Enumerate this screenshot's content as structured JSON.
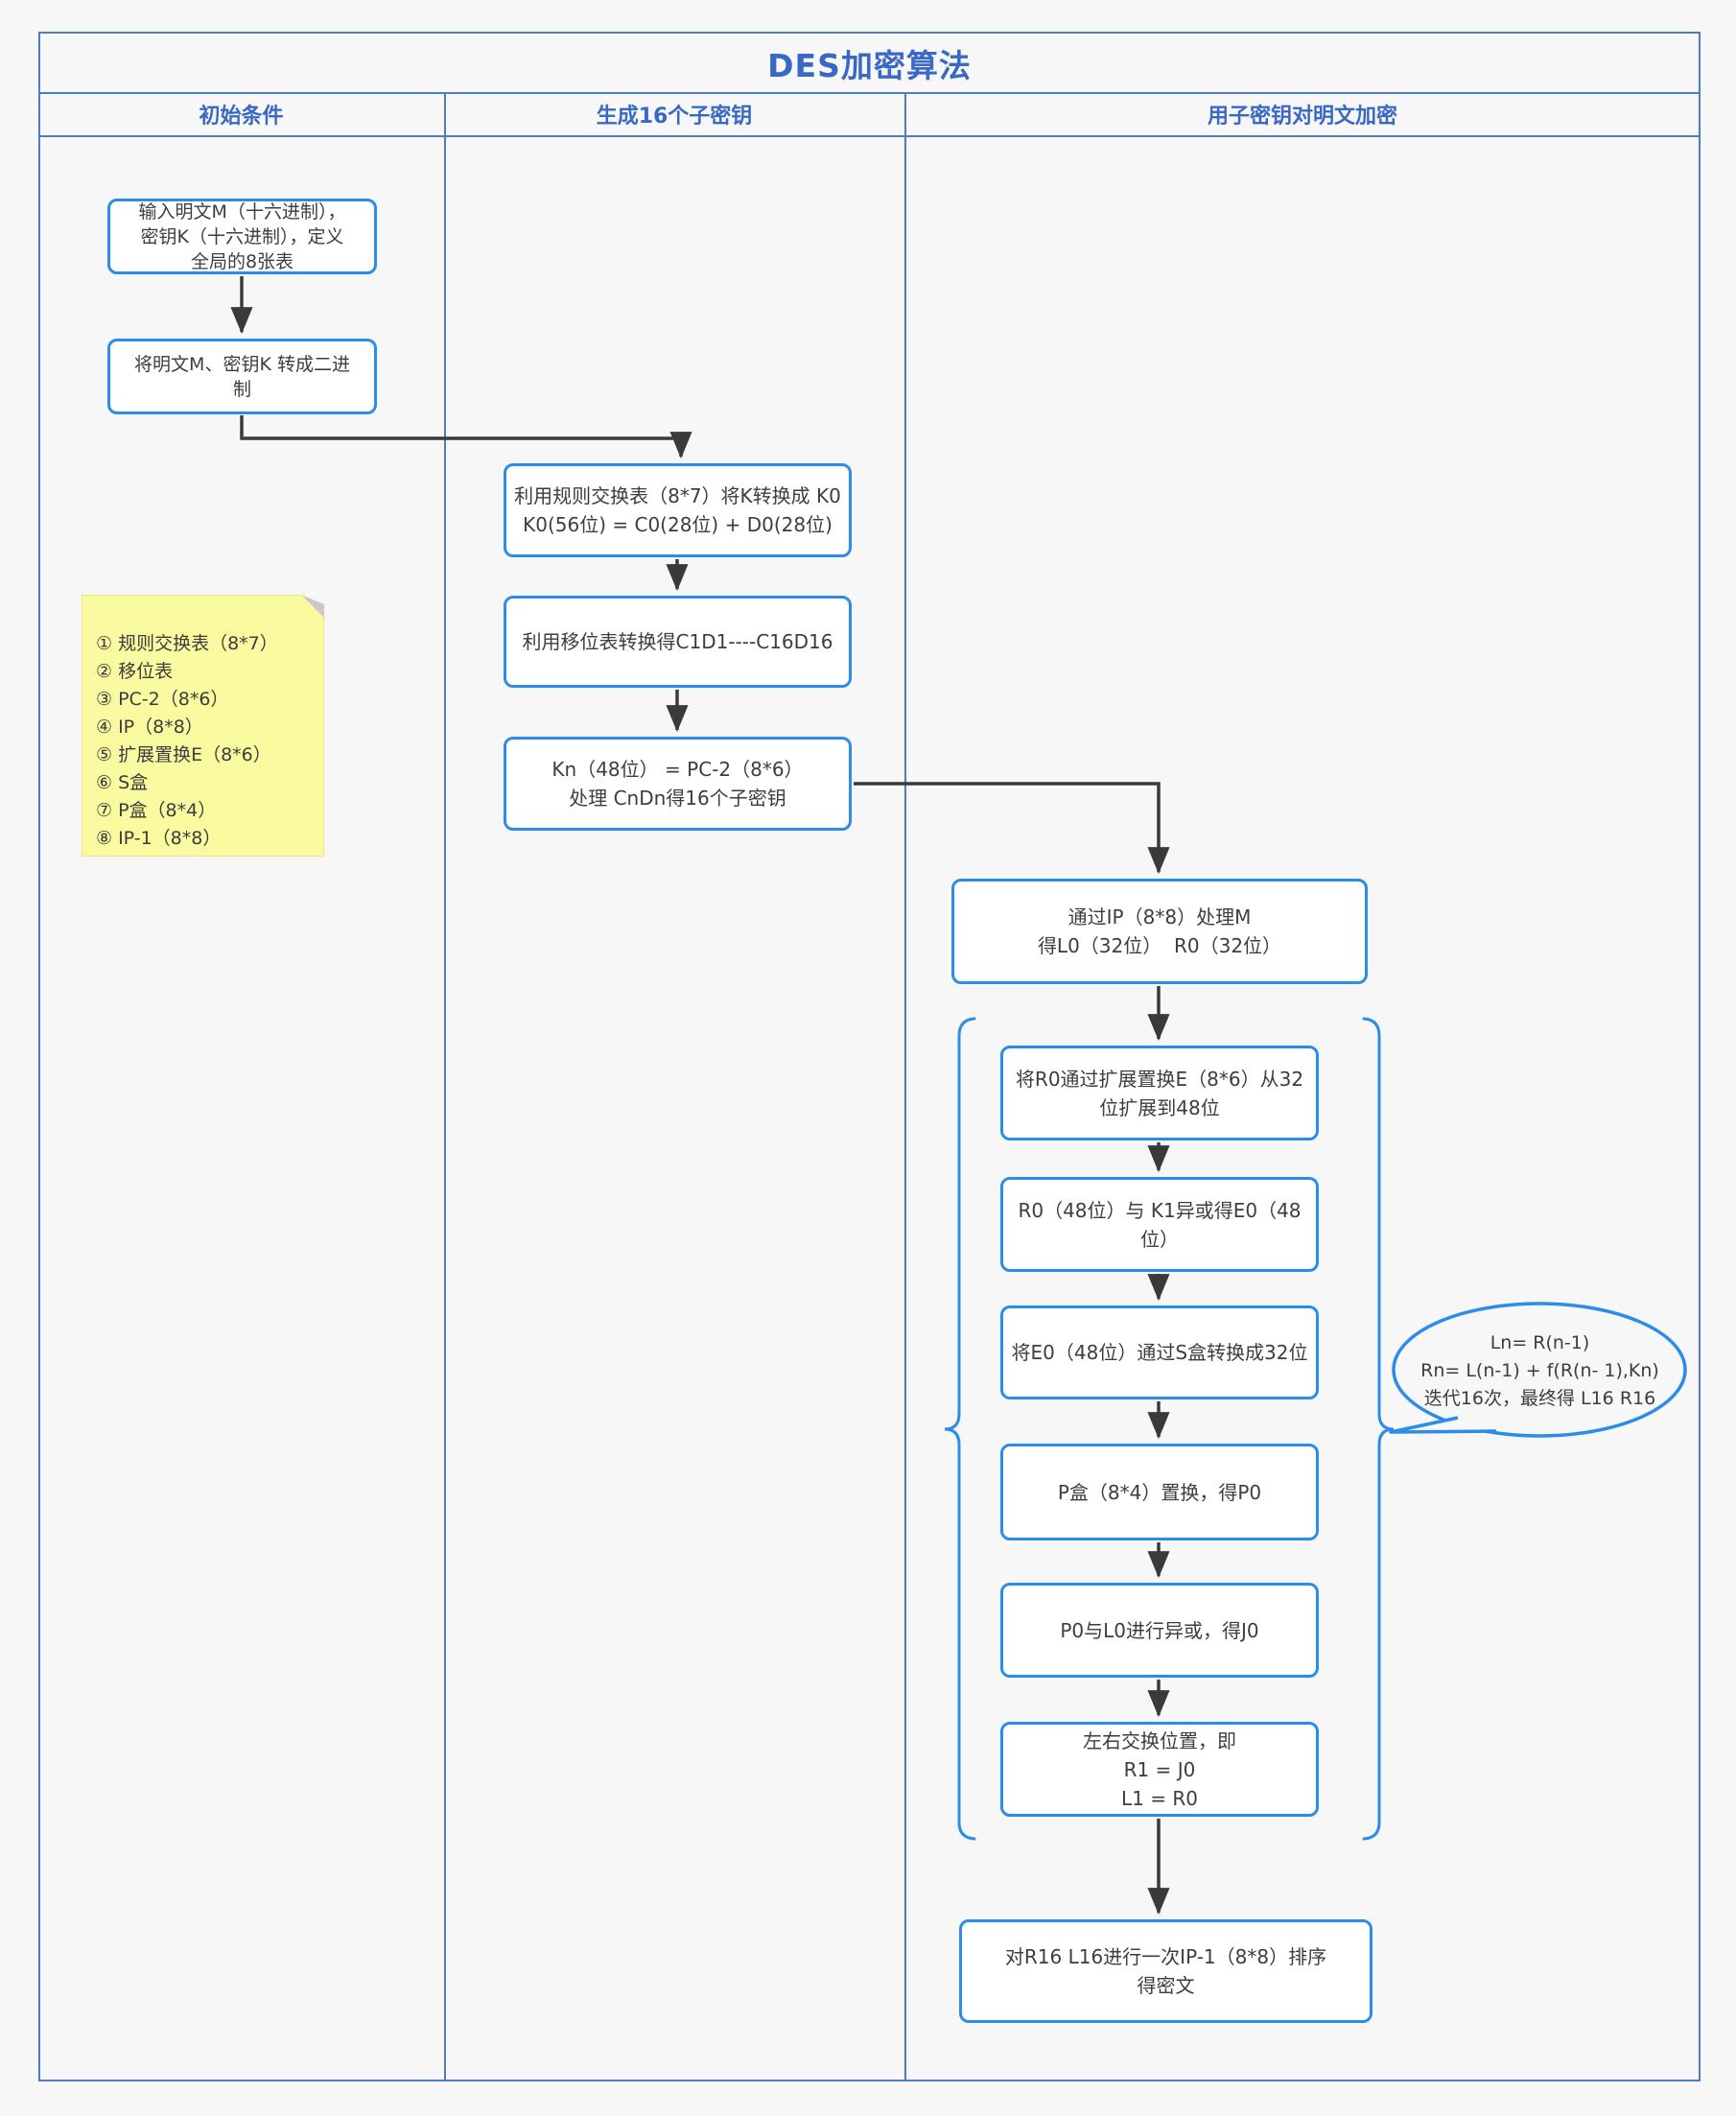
{
  "title": "DES加密算法",
  "lanes": [
    "初始条件",
    "生成16个子密钥",
    "用子密钥对明文加密"
  ],
  "nodes": [
    {
      "id": "input",
      "lines": [
        "输入明文M（十六进制），",
        "密钥K（十六进制），定义",
        "全局的8张表"
      ]
    },
    {
      "id": "to-binary",
      "lines": [
        "将明文M、密钥K 转成二进",
        "制"
      ]
    },
    {
      "id": "k0",
      "lines": [
        "利用规则交换表（8*7）将K转换成 K0",
        "K0(56位) = C0(28位) + D0(28位)"
      ]
    },
    {
      "id": "shift-table",
      "lines": [
        "利用移位表转换得C1D1----C16D16"
      ]
    },
    {
      "id": "kn",
      "lines": [
        "Kn（48位） = PC-2（8*6）",
        "处理 CnDn得16个子密钥"
      ]
    },
    {
      "id": "ip",
      "lines": [
        "通过IP（8*8）处理M",
        "得L0（32位）  R0（32位）"
      ]
    },
    {
      "id": "expand-e",
      "lines": [
        "将R0通过扩展置换E（8*6）从32",
        "位扩展到48位"
      ]
    },
    {
      "id": "xor-k1",
      "lines": [
        "R0（48位）与 K1异或得E0（48",
        "位）"
      ]
    },
    {
      "id": "s-box",
      "lines": [
        "将E0（48位）通过S盒转换成32位"
      ]
    },
    {
      "id": "p-box",
      "lines": [
        "P盒（8*4）置换，得P0"
      ]
    },
    {
      "id": "xor-l0",
      "lines": [
        "P0与L0进行异或，得J0"
      ]
    },
    {
      "id": "swap",
      "lines": [
        "左右交换位置，即",
        "R1 = J0",
        "L1 = R0"
      ]
    },
    {
      "id": "final",
      "lines": [
        "对R16 L16进行一次IP-1（8*8）排序",
        "得密文"
      ]
    }
  ],
  "note": {
    "items": [
      "① 规则交换表（8*7）",
      "② 移位表",
      "③ PC-2（8*6）",
      "④ IP（8*8）",
      "⑤ 扩展置换E（8*6）",
      "⑥ S盒",
      "⑦ P盒（8*4）",
      "⑧ IP-1（8*8）"
    ]
  },
  "bubble": {
    "lines": [
      "Ln= R(n-1)",
      "Rn= L(n-1) + f(R(n- 1),Kn)",
      "迭代16次，最终得 L16 R16"
    ]
  },
  "colors": {
    "accent_blue": "#2b8ce9",
    "frame_blue": "#4d7cc6",
    "heading_blue": "#3a68c5",
    "connector_gray": "#3a3a3a",
    "note_yellow": "#fafaa0",
    "fold_gray": "#c9c9c9",
    "background": "#f7f7f8"
  }
}
